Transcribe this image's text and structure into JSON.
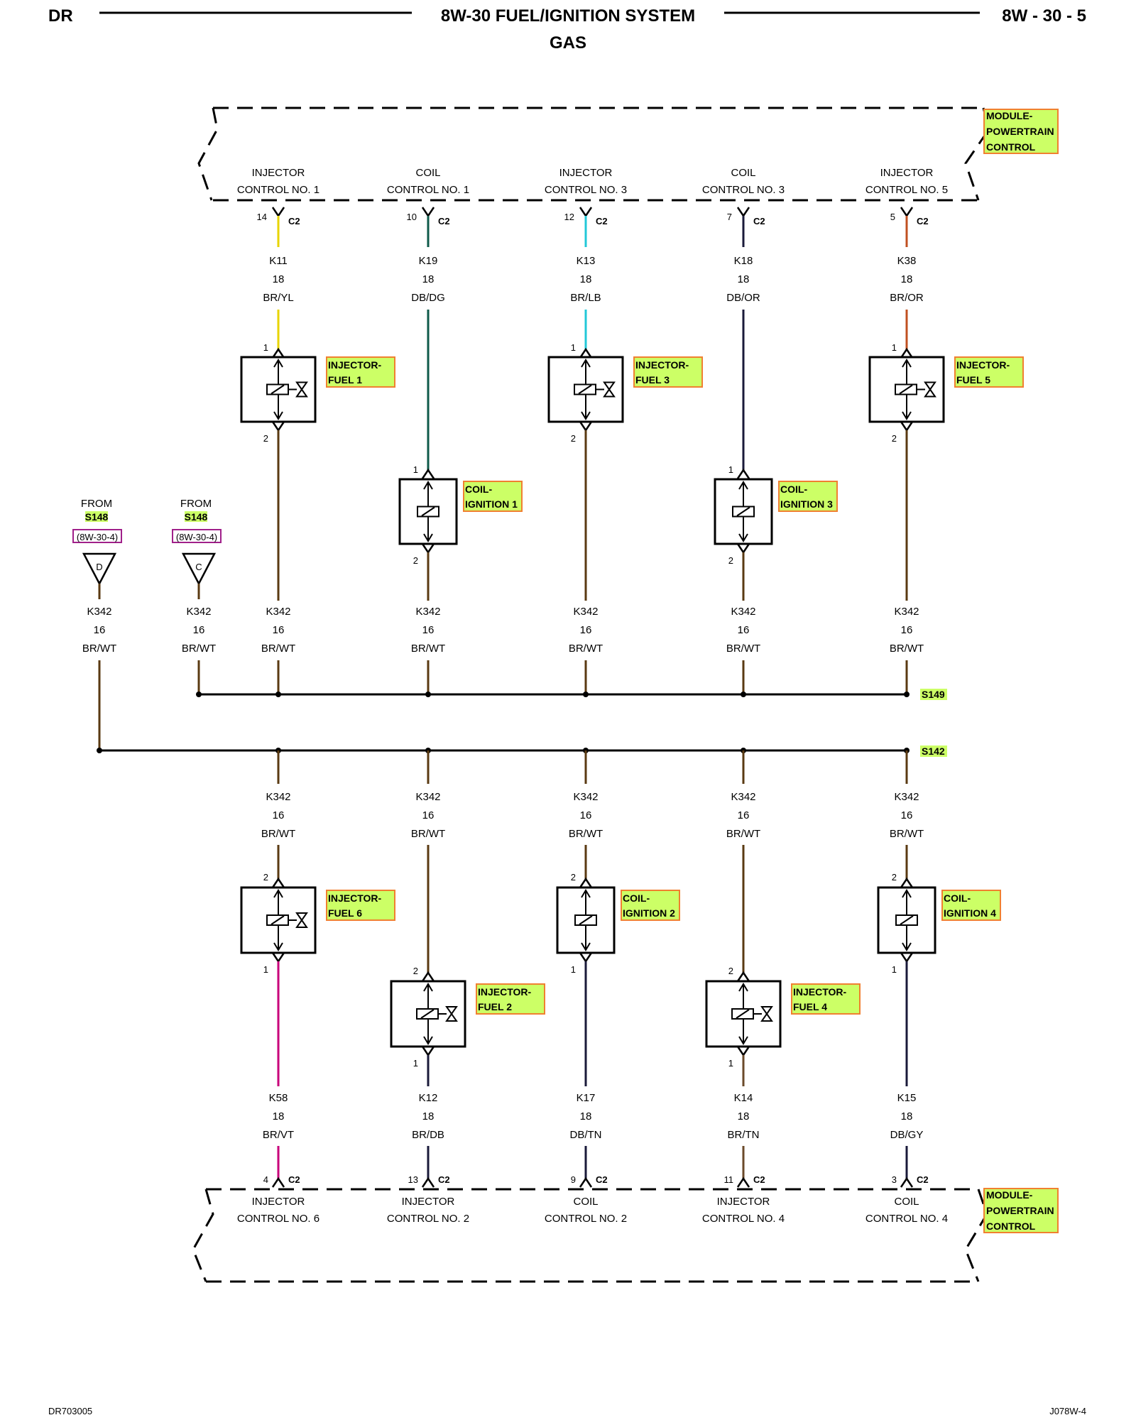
{
  "header": {
    "left": "DR",
    "title": "8W-30 FUEL/IGNITION SYSTEM",
    "subtitle": "GAS",
    "right": "8W - 30 - 5"
  },
  "footer": {
    "left": "DR703005",
    "right": "J078W-4"
  },
  "module": {
    "label": [
      "MODULE-",
      "POWERTRAIN",
      "CONTROL"
    ],
    "fill": "#ccff66",
    "border": "#f08030"
  },
  "top_circuits": [
    {
      "func": [
        "INJECTOR",
        "CONTROL NO. 1"
      ],
      "pin": "14",
      "connector": "C2",
      "wire": "K11",
      "gauge": "18",
      "color_code": "BR/YL",
      "wire_color": "#e8d400",
      "component": {
        "type": "injector",
        "label": [
          "INJECTOR-",
          "FUEL 1"
        ],
        "pin_in": "1",
        "pin_out": "2"
      },
      "return": {
        "wire": "K342",
        "gauge": "16",
        "color_code": "BR/WT"
      }
    },
    {
      "func": [
        "COIL",
        "CONTROL NO. 1"
      ],
      "pin": "10",
      "connector": "C2",
      "wire": "K19",
      "gauge": "18",
      "color_code": "DB/DG",
      "wire_color": "#0f5a4a",
      "component": {
        "type": "coil",
        "label": [
          "COIL-",
          "IGNITION 1"
        ],
        "pin_in": "1",
        "pin_out": "2"
      },
      "return": {
        "wire": "K342",
        "gauge": "16",
        "color_code": "BR/WT"
      }
    },
    {
      "func": [
        "INJECTOR",
        "CONTROL NO. 3"
      ],
      "pin": "12",
      "connector": "C2",
      "wire": "K13",
      "gauge": "18",
      "color_code": "BR/LB",
      "wire_color": "#22c8d8",
      "component": {
        "type": "injector",
        "label": [
          "INJECTOR-",
          "FUEL 3"
        ],
        "pin_in": "1",
        "pin_out": "2"
      },
      "return": {
        "wire": "K342",
        "gauge": "16",
        "color_code": "BR/WT"
      }
    },
    {
      "func": [
        "COIL",
        "CONTROL NO. 3"
      ],
      "pin": "7",
      "connector": "C2",
      "wire": "K18",
      "gauge": "18",
      "color_code": "DB/OR",
      "wire_color": "#1a1a3a",
      "component": {
        "type": "coil",
        "label": [
          "COIL-",
          "IGNITION 3"
        ],
        "pin_in": "1",
        "pin_out": "2"
      },
      "return": {
        "wire": "K342",
        "gauge": "16",
        "color_code": "BR/WT"
      }
    },
    {
      "func": [
        "INJECTOR",
        "CONTROL NO. 5"
      ],
      "pin": "5",
      "connector": "C2",
      "wire": "K38",
      "gauge": "18",
      "color_code": "BR/OR",
      "wire_color": "#c05020",
      "component": {
        "type": "injector",
        "label": [
          "INJECTOR-",
          "FUEL 5"
        ],
        "pin_in": "1",
        "pin_out": "2"
      },
      "return": {
        "wire": "K342",
        "gauge": "16",
        "color_code": "BR/WT"
      }
    }
  ],
  "from_sources": [
    {
      "label": "FROM",
      "splice": "S148",
      "ref": "(8W-30-4)",
      "letter": "D",
      "wire": "K342",
      "gauge": "16",
      "color_code": "BR/WT"
    },
    {
      "label": "FROM",
      "splice": "S148",
      "ref": "(8W-30-4)",
      "letter": "C",
      "wire": "K342",
      "gauge": "16",
      "color_code": "BR/WT"
    }
  ],
  "splices": {
    "upper": "S149",
    "lower": "S142"
  },
  "bottom_circuits": [
    {
      "feed": {
        "wire": "K342",
        "gauge": "16",
        "color_code": "BR/WT"
      },
      "component": {
        "type": "injector",
        "label": [
          "INJECTOR-",
          "FUEL 6"
        ],
        "pin_in": "2",
        "pin_out": "1"
      },
      "wire": "K58",
      "gauge": "18",
      "color_code": "BR/VT",
      "wire_color": "#c8007a",
      "pin": "4",
      "connector": "C2",
      "func": [
        "INJECTOR",
        "CONTROL NO. 6"
      ]
    },
    {
      "feed": {
        "wire": "K342",
        "gauge": "16",
        "color_code": "BR/WT"
      },
      "component": {
        "type": "injector",
        "label": [
          "INJECTOR-",
          "FUEL 2"
        ],
        "pin_in": "2",
        "pin_out": "1"
      },
      "wire": "K12",
      "gauge": "18",
      "color_code": "BR/DB",
      "wire_color": "#1a1a3a",
      "pin": "13",
      "connector": "C2",
      "func": [
        "INJECTOR",
        "CONTROL NO. 2"
      ]
    },
    {
      "feed": {
        "wire": "K342",
        "gauge": "16",
        "color_code": "BR/WT"
      },
      "component": {
        "type": "coil",
        "label": [
          "COIL-",
          "IGNITION 2"
        ],
        "pin_in": "2",
        "pin_out": "1"
      },
      "wire": "K17",
      "gauge": "18",
      "color_code": "DB/TN",
      "wire_color": "#1a1a3a",
      "pin": "9",
      "connector": "C2",
      "func": [
        "COIL",
        "CONTROL NO. 2"
      ]
    },
    {
      "feed": {
        "wire": "K342",
        "gauge": "16",
        "color_code": "BR/WT"
      },
      "component": {
        "type": "injector",
        "label": [
          "INJECTOR-",
          "FUEL 4"
        ],
        "pin_in": "2",
        "pin_out": "1"
      },
      "wire": "K14",
      "gauge": "18",
      "color_code": "BR/TN",
      "wire_color": "#6b4a2a",
      "pin": "11",
      "connector": "C2",
      "func": [
        "INJECTOR",
        "CONTROL NO. 4"
      ]
    },
    {
      "feed": {
        "wire": "K342",
        "gauge": "16",
        "color_code": "BR/WT"
      },
      "component": {
        "type": "coil",
        "label": [
          "COIL-",
          "IGNITION 4"
        ],
        "pin_in": "2",
        "pin_out": "1"
      },
      "wire": "K15",
      "gauge": "18",
      "color_code": "DB/GY",
      "wire_color": "#1a1a3a",
      "pin": "3",
      "connector": "C2",
      "func": [
        "COIL",
        "CONTROL NO. 4"
      ]
    }
  ],
  "colors": {
    "label_fill": "#ccff66",
    "label_border": "#f08030",
    "ref_border": "#a0208a",
    "return_wire": "#5a3a12"
  }
}
